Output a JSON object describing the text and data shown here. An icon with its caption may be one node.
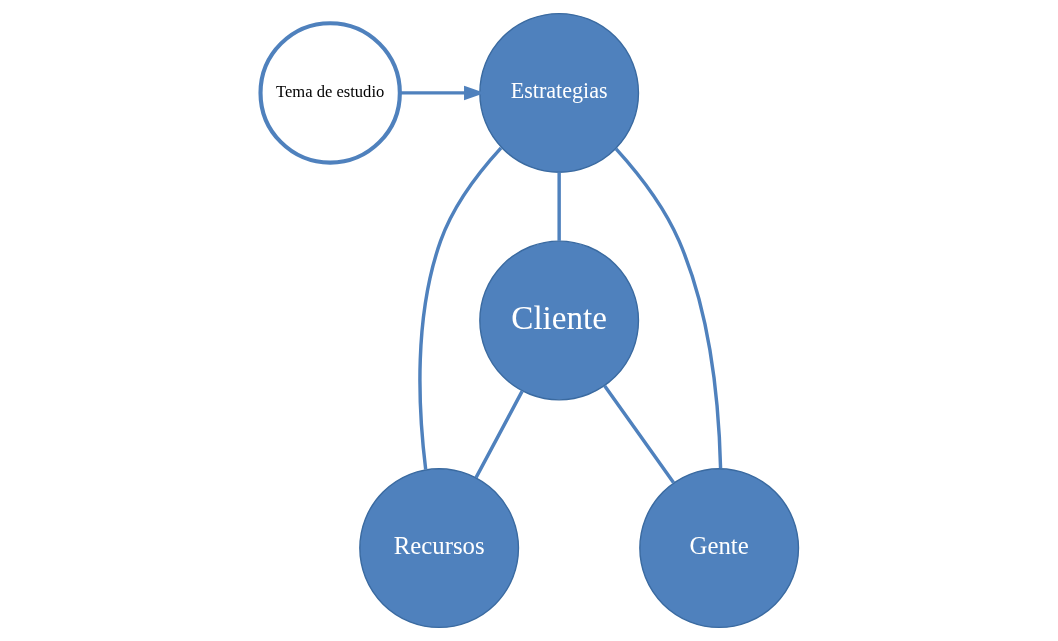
{
  "diagram": {
    "nodes": [
      {
        "text": [
          "Tema de estudio"
        ]
      },
      {
        "text": [
          "Estrategias"
        ]
      },
      {
        "text": [
          "Cliente"
        ]
      },
      {
        "text": [
          "Recursos"
        ]
      },
      {
        "text": [
          "Gente"
        ]
      }
    ],
    "edges": [
      {
        "from": 0,
        "to": 1,
        "arrow": "to"
      },
      {
        "from": 1,
        "to": 2,
        "arrow": "none"
      },
      {
        "from": 1,
        "to": 3,
        "arrow": "none"
      },
      {
        "from": 1,
        "to": 4,
        "arrow": "none"
      },
      {
        "from": 2,
        "to": 3,
        "arrow": "none"
      },
      {
        "from": 2,
        "to": 4,
        "arrow": "none"
      }
    ]
  }
}
